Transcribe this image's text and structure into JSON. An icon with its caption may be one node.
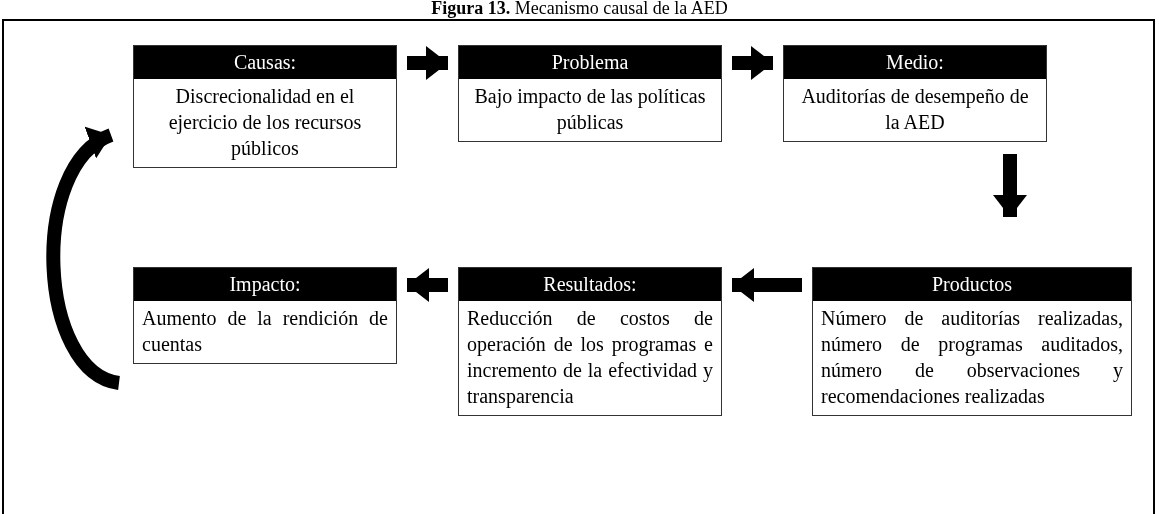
{
  "diagram": {
    "title": "**Figura 13.** Mecanismo causal de la AED",
    "nodes": [
      {
        "text": [
          "Causas:",
          "Discrecionalidad en el ejercicio de los recursos públicos"
        ]
      },
      {
        "text": [
          "Problema",
          "Bajo impacto de las políticas públicas"
        ]
      },
      {
        "text": [
          "Medio:",
          "Auditorías de desempeño de la AED"
        ]
      },
      {
        "text": [
          "Productos",
          "Número de auditorías realizadas, número de programas auditados, número de observaciones y recomendaciones realizadas"
        ]
      },
      {
        "text": [
          "Resultados:",
          "Reducción de costos de operación de los programas e incremento de la efectividad y transparencia"
        ]
      },
      {
        "text": [
          "Impacto:",
          "Aumento de la rendición de cuentas"
        ]
      }
    ],
    "edges": [
      {
        "from": 0,
        "to": 1,
        "arrow": "to"
      },
      {
        "from": 1,
        "to": 2,
        "arrow": "to"
      },
      {
        "from": 2,
        "to": 3,
        "arrow": "to"
      },
      {
        "from": 3,
        "to": 4,
        "arrow": "to"
      },
      {
        "from": 4,
        "to": 5,
        "arrow": "to"
      },
      {
        "from": 5,
        "to": 0,
        "arrow": "to"
      }
    ]
  }
}
